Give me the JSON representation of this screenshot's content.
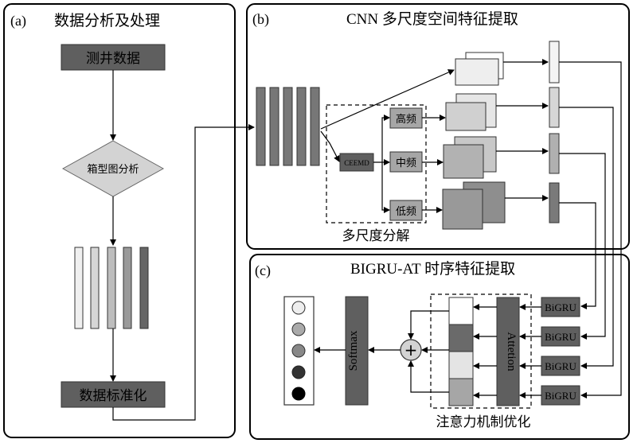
{
  "panels": {
    "a": {
      "tag": "(a)",
      "title": "数据分析及处理"
    },
    "b": {
      "tag": "(b)",
      "title": "CNN 多尺度空间特征提取"
    },
    "c": {
      "tag": "(c)",
      "title": "BIGRU-AT 时序特征提取"
    }
  },
  "flow_a": {
    "well_data": "测井数据",
    "boxplot": "箱型图分析",
    "normalize": "数据标准化"
  },
  "cnn": {
    "ceemd": "CEEMD",
    "high": "高频",
    "mid": "中频",
    "low": "低频",
    "decomp_label": "多尺度分解"
  },
  "bigru": {
    "units": [
      "BiGRU",
      "BiGRU",
      "BiGRU",
      "BiGRU"
    ],
    "attention": "Attetion",
    "softmax": "Softmax",
    "opt_label": "注意力机制优化",
    "plus": "+"
  },
  "colors": {
    "dark": "#5f5f5f",
    "mid": "#9a9a9a",
    "light": "#dcdcdc",
    "accent_box": "#d3d3d3"
  }
}
